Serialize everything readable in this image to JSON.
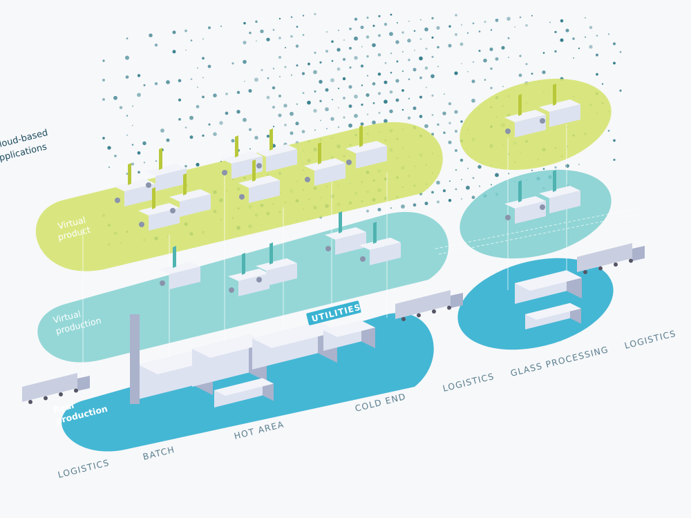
{
  "cloud": {
    "line1": "loud-based",
    "line2": "pplications"
  },
  "layers": {
    "virtual_product_main": {
      "line1": "Virtual",
      "line2": "product"
    },
    "virtual_production": {
      "line1": "Virtual",
      "line2": "production"
    },
    "real_production": {
      "line1": "Real",
      "line2": "production"
    }
  },
  "areas": {
    "utilities": "UTILITIES",
    "logistics_left": "LOGISTICS",
    "batch": "BATCH",
    "hot_area": "HOT AREA",
    "cold_end": "COLD END",
    "logistics_mid": "LOGISTICS",
    "glass_processing": "GLASS PROCESSING",
    "logistics_right": "LOGISTICS"
  },
  "colors": {
    "background": "#f7f8fa",
    "virtual_product": "#d4e36a",
    "virtual_production": "#7fcfcf",
    "real_production": "#3ab3d2",
    "text_dark": "#1a4a5c",
    "text_label": "#5a7f8f",
    "text_white": "#ffffff",
    "dots": "#1e6f7e",
    "equipment": "#dde2f0",
    "equipment_shadow": "#aab2cc"
  }
}
